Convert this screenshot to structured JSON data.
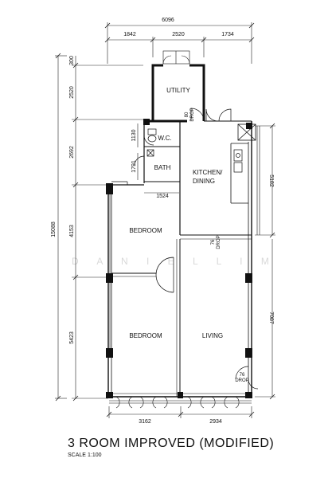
{
  "title": "3 ROOM IMPROVED (MODIFIED)",
  "scale_label": "SCALE",
  "scale_value": "1:100",
  "watermark": "D A N I E L   L I M",
  "rooms": {
    "utility": "UTILITY",
    "wc": "W.C.",
    "bath": "BATH",
    "kitchen_line1": "KITCHEN/",
    "kitchen_line2": "DINING",
    "bedroom_upper": "BEDROOM",
    "bedroom_lower": "BEDROOM",
    "living": "LIVING"
  },
  "drops": {
    "utility_num": "80",
    "utility_word": "DROP",
    "kitchen_num": "76",
    "kitchen_word": "DROP",
    "living_num": "76",
    "living_word": "DROP"
  },
  "dimensions": {
    "top_total": "6096",
    "top_1": "1842",
    "top_2": "2520",
    "top_3": "1734",
    "left_total": "15088",
    "left_1": "300",
    "left_2": "2520",
    "left_3": "2692",
    "left_4": "4153",
    "left_5": "5423",
    "inner_1130": "1130",
    "inner_1791": "1791",
    "inner_1524": "1524",
    "right_1": "5182",
    "right_2": "7087",
    "bottom_1": "3162",
    "bottom_2": "2934"
  }
}
